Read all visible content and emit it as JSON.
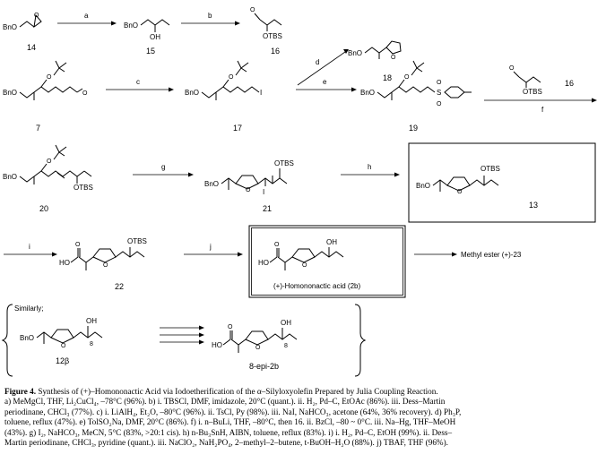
{
  "figure": {
    "caption_label": "Figure 4.",
    "caption_title": " Synthesis of (+)–Homononactic Acid via Iodoetherification of the α–Silyloxyolefin Prepared by Julia Coupling Reaction.",
    "conditions_line1": "a) MeMgCl, THF, Li₂CuCl₄, –78°C (96%). b) i. TBSCl, DMF, imidazole, 20°C (quant.). ii. H₂, Pd–C, EtOAc (86%). iii. Dess–Martin",
    "conditions_line2": "periodinane, CHCl₃ (77%). c) i. LiAlH₄, Et₂O, –80°C (96%). ii. TsCl, Py (98%). iii. NaI, NaHCO₃, acetone (64%, 36% recovery). d) Ph₃P,",
    "conditions_line3": "toluene, reflux (47%). e) TolSO₂Na, DMF, 20°C (86%). f) i. n–BuLi, THF, –80°C, then 16. ii. BzCl, –80 ~ 0°C. iii. Na–Hg, THF–MeOH",
    "conditions_line4": "(43%). g) I₂, NaHCO₃, MeCN, 5°C (83%, >20:1 cis). h) n-Bu₃SnH, AIBN, toluene, reflux (83%). i) i. H₂, Pd–C, EtOH (99%). ii. Dess–",
    "conditions_line5": "Martin periodinane, CHCl₃, pyridine (quant.). iii. NaClO₂, NaH₂PO₄, 2–methyl–2–butene, t-BuOH–H₂O (88%). j) TBAF, THF (96%)."
  },
  "scheme": {
    "compounds": {
      "c14": "14",
      "c15": "15",
      "c16": "16",
      "c18": "18",
      "c7": "7",
      "c17": "17",
      "c19": "19",
      "c16b": "16",
      "c20": "20",
      "c21": "21",
      "c13": "13",
      "c22": "22",
      "c12": "12β",
      "c8epi": "8-epi-2b"
    },
    "reagent_letters": {
      "a": "a",
      "b": "b",
      "c": "c",
      "d": "d",
      "e": "e",
      "f": "f",
      "g": "g",
      "h": "h",
      "i": "i",
      "j": "j"
    },
    "atom_labels": {
      "bno": "BnO",
      "oh": "OH",
      "otbs": "OTBS",
      "o": "O",
      "i": "I",
      "ho": "HO",
      "s": "S",
      "eight": "8"
    },
    "target_label": "(+)-Homononactic acid (2b)",
    "methyl_ester": "Methyl ester (+)-23",
    "similarly": "Similarly;"
  }
}
